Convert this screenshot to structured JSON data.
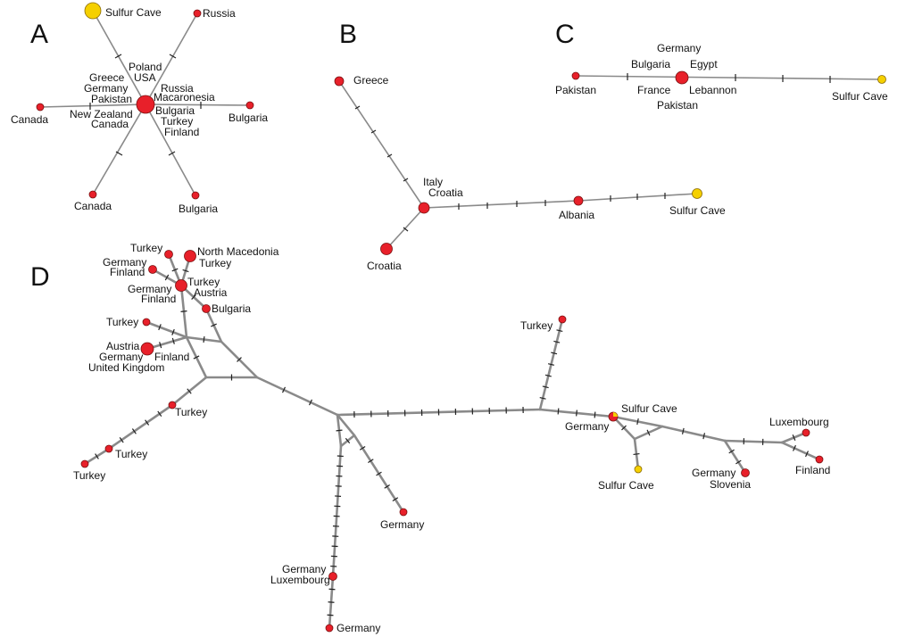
{
  "colors": {
    "red": "#e8202a",
    "yellow": "#f5d000",
    "edge": "#8a8a8a"
  },
  "panels": {
    "A": {
      "letter": "A",
      "center_labels": {
        "upper": [
          "Poland",
          "USA"
        ],
        "left": [
          "Greece",
          "Germany",
          "Pakistan"
        ],
        "right_top": [
          "Russia",
          "Macaronesia"
        ],
        "lower_left": [
          "New Zealand",
          "Canada"
        ],
        "lower_right": [
          "Bulgaria",
          "Turkey",
          "Finland"
        ]
      },
      "leaves": [
        "Sulfur Cave",
        "Russia",
        "Canada",
        "Bulgaria",
        "Canada",
        "Bulgaria"
      ],
      "mutations_per_branch": 1
    },
    "B": {
      "letter": "B",
      "center_labels": [
        "Italy",
        "Croatia"
      ],
      "nodes": [
        "Greece",
        "Croatia",
        "Albania",
        "Sulfur Cave"
      ],
      "mutations": {
        "greece_branch": 4,
        "croatia_branch": 1,
        "albania_branch": 4,
        "sulfur_cave_branch": 3
      }
    },
    "C": {
      "letter": "C",
      "center_labels": {
        "top": [
          "Germany"
        ],
        "upper_left": [
          "Bulgaria"
        ],
        "upper_right": [
          "Egypt"
        ],
        "lower_left": [
          "France"
        ],
        "lower_right": [
          "Lebannon"
        ],
        "bottom": [
          "Pakistan"
        ]
      },
      "nodes": [
        "Pakistan",
        "Sulfur Cave"
      ],
      "mutations": {
        "pakistan_branch": 1,
        "sulfur_cave_branch": 3
      }
    },
    "D": {
      "letter": "D",
      "labels": {
        "turkey_top": "Turkey",
        "north_macedonia": [
          "North Macedonia",
          "Turkey"
        ],
        "germany_finland_small": [
          "Germany",
          "Finland"
        ],
        "hub_left": [
          "Germany",
          "Finland"
        ],
        "hub_right": [
          "Turkey",
          "Austria"
        ],
        "bulgaria": "Bulgaria",
        "turkey_mid": "Turkey",
        "big_left": [
          "Austria",
          "Germany",
          "United Kingdom"
        ],
        "big_right": "Finland",
        "turkey_chain_1": "Turkey",
        "turkey_chain_2": "Turkey",
        "turkey_chain_3": "Turkey",
        "germany_mid": "Germany",
        "germany_luxembourg": [
          "Germany",
          "Luxembourg"
        ],
        "germany_bottom": "Germany",
        "turkey_right": "Turkey",
        "sulfur_cave_mixed": "Sulfur Cave",
        "germany_mixed": "Germany",
        "sulfur_cave_lower": "Sulfur Cave",
        "germany_slovenia": [
          "Germany",
          "Slovenia"
        ],
        "luxembourg": "Luxembourg",
        "finland": "Finland"
      }
    }
  }
}
